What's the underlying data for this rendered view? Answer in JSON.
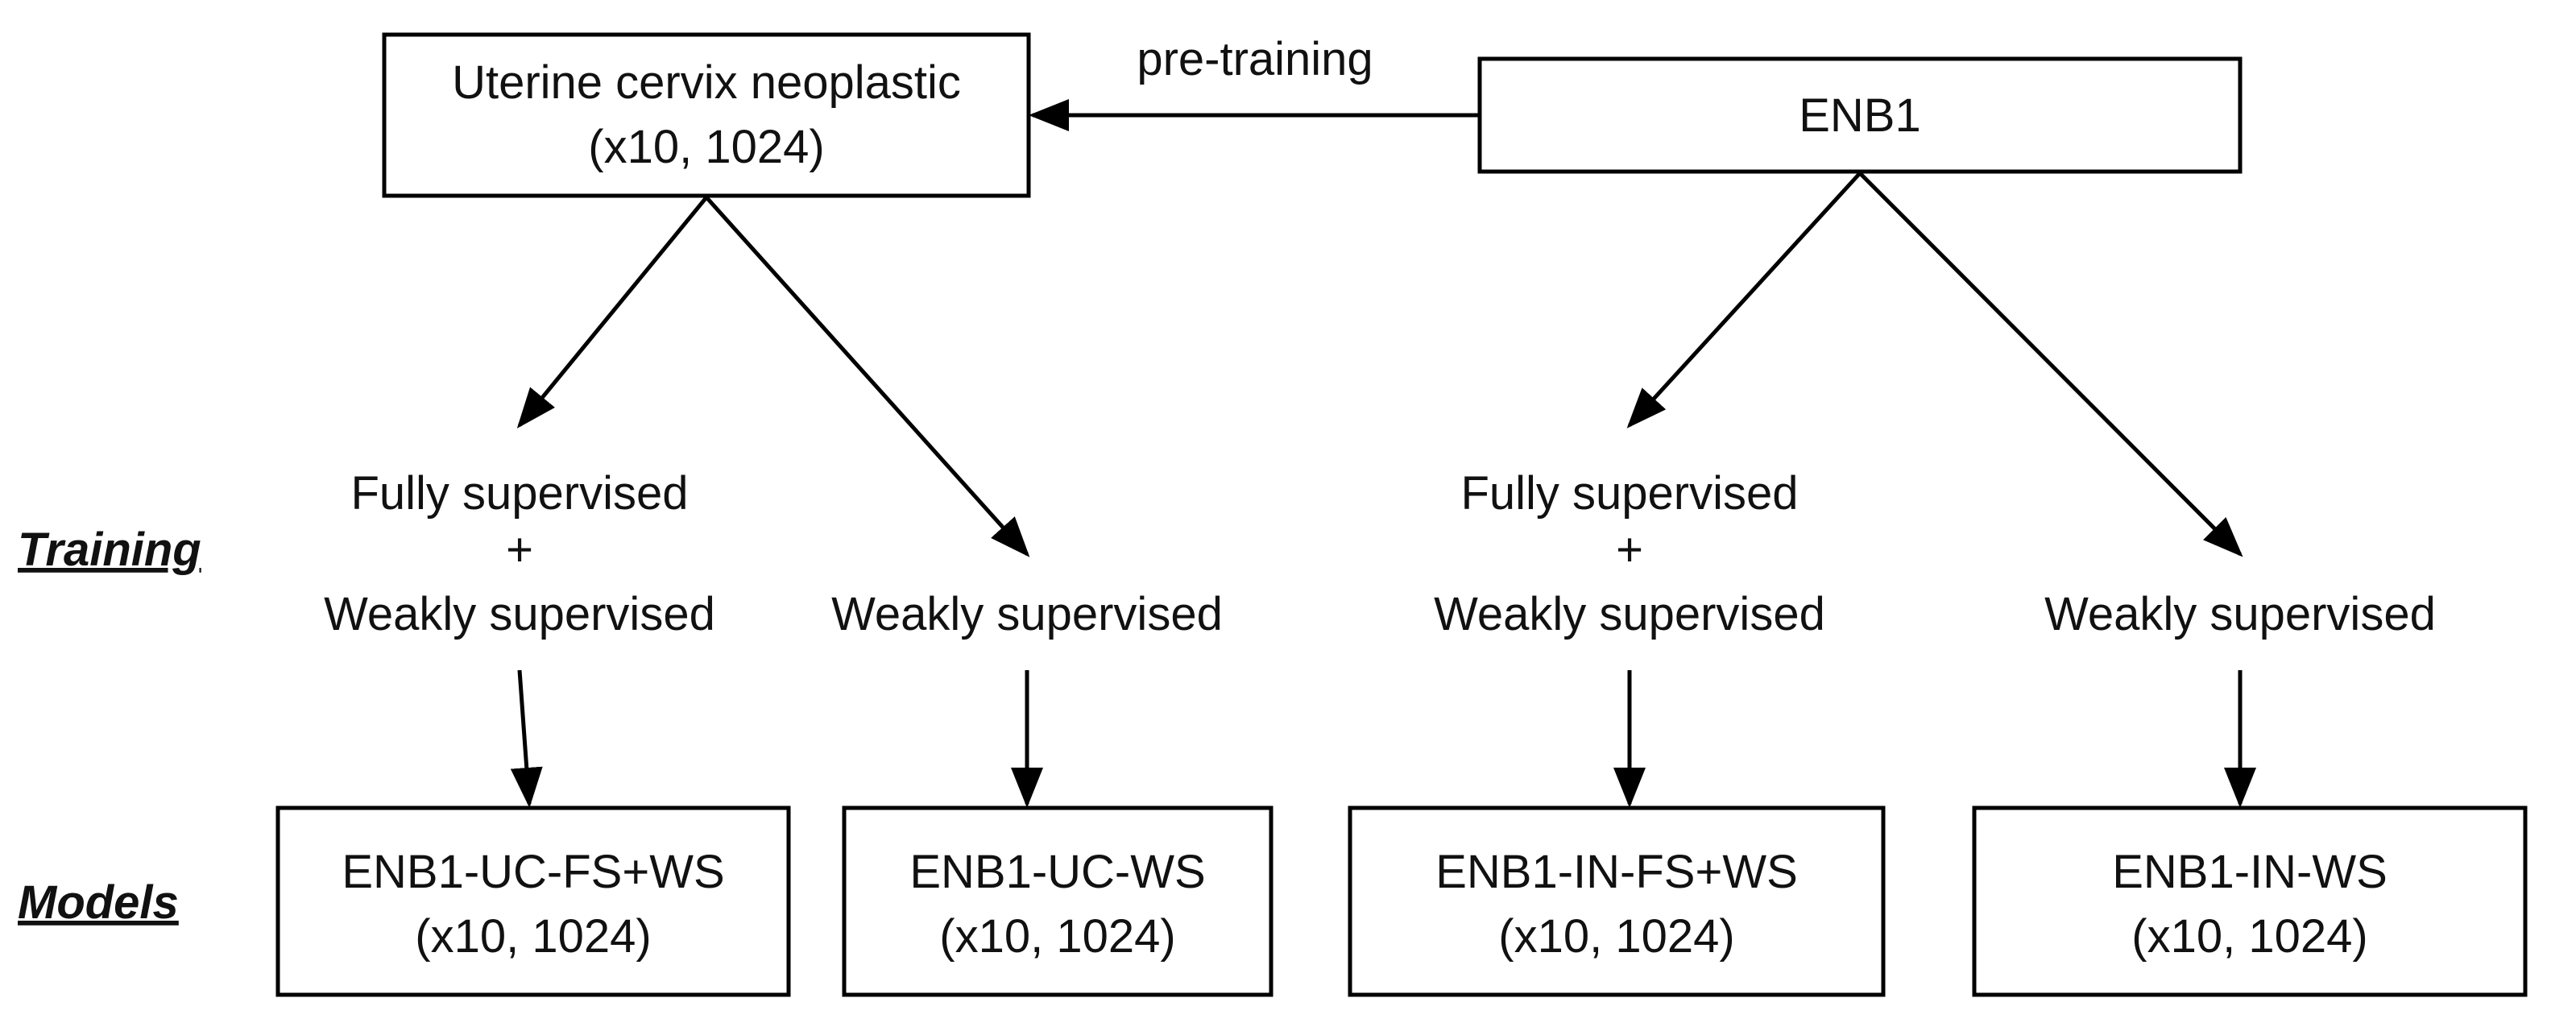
{
  "source_box": {
    "line1": "Uterine cervix neoplastic",
    "line2": "(x10, 1024)"
  },
  "enb1_box": {
    "label": "ENB1"
  },
  "pretraining_label": "pre-training",
  "row_labels": {
    "training": "Training",
    "models": "Models"
  },
  "training_methods": [
    {
      "lines": [
        "Fully supervised",
        "+",
        "Weakly supervised"
      ]
    },
    {
      "lines": [
        "Weakly supervised"
      ]
    },
    {
      "lines": [
        "Fully supervised",
        "+",
        "Weakly supervised"
      ]
    },
    {
      "lines": [
        "Weakly supervised"
      ]
    }
  ],
  "models": [
    {
      "name": "ENB1-UC-FS+WS",
      "config": "(x10, 1024)"
    },
    {
      "name": "ENB1-UC-WS",
      "config": "(x10, 1024)"
    },
    {
      "name": "ENB1-IN-FS+WS",
      "config": "(x10, 1024)"
    },
    {
      "name": "ENB1-IN-WS",
      "config": "(x10, 1024)"
    }
  ]
}
